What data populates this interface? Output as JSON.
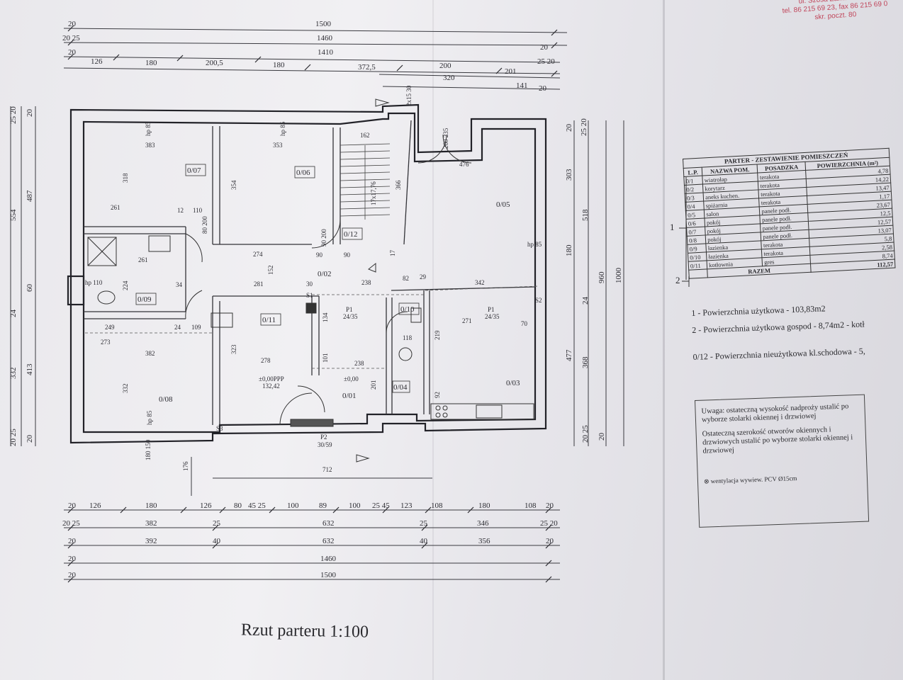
{
  "stamp": {
    "line1": "ul. Szosa Zambrowska",
    "line2": "tel. 86 215 69 23, fax 86 215 69 0",
    "line3": "skr. poczt. 80"
  },
  "plan": {
    "top_dims": {
      "row1": {
        "d1": "20",
        "total": "1500"
      },
      "row2": {
        "d1": "20 25",
        "total": "1460"
      },
      "row3": {
        "d1": "20",
        "total": "1410",
        "end": "20"
      },
      "row4": {
        "a": "126",
        "b": "180",
        "c": "200,5",
        "d": "180",
        "e": "372,5",
        "end": "25 20"
      },
      "row5": {
        "a": "200",
        "b": "201",
        "c": "320"
      },
      "row6": {
        "a": "141",
        "end": "20"
      }
    },
    "bottom_dims": {
      "row1": [
        "20",
        "126",
        "180",
        "126",
        "80",
        "45 25",
        "100",
        "89",
        "100",
        "25 45",
        "123",
        "108",
        "180",
        "108",
        "20"
      ],
      "row2": [
        "20 25",
        "382",
        "25",
        "632",
        "25",
        "346",
        "25 20"
      ],
      "row3": [
        "20",
        "392",
        "40",
        "632",
        "40",
        "356",
        "20"
      ],
      "row4": {
        "d1": "20",
        "total": "1460"
      },
      "row5": {
        "d1": "20",
        "total": "1500"
      }
    },
    "left_dims": [
      "25 20",
      "20",
      "554",
      "487",
      "60",
      "24",
      "332",
      "413",
      "20 25",
      "20"
    ],
    "right_dims": [
      "20",
      "25 20",
      "303",
      "518",
      "180",
      "960",
      "1000",
      "24",
      "477",
      "368",
      "20 25",
      "20"
    ],
    "rooms": {
      "r07": "0/07",
      "r06": "0/06",
      "r05": "0/05",
      "r12": "0/12",
      "r02": "0/02",
      "r09": "0/09",
      "r11": "0/11",
      "r10": "0/10",
      "r04": "0/04",
      "r01": "0/01",
      "r03": "0/03",
      "r08": "0/08"
    },
    "inner": {
      "w383": "383",
      "w353": "353",
      "w162": "162",
      "w476": "476",
      "h318": "318",
      "h354": "354",
      "w261a": "261",
      "w12": "12",
      "w110": "110",
      "stairs": "17x17,76",
      "h366": "366",
      "w261b": "261",
      "w274": "274",
      "w90a": "90",
      "w90b": "90",
      "h152": "152",
      "w281": "281",
      "w238a": "238",
      "w342": "342",
      "h224": "224",
      "w249": "249",
      "w109": "109",
      "w273": "273",
      "w382": "382",
      "h323": "323",
      "w278": "278",
      "w271": "271",
      "w70": "70",
      "h219": "219",
      "w118": "118",
      "w238b": "238",
      "h101": "101",
      "h201": "201",
      "h134": "134",
      "h332": "332",
      "hp85a": "hp 85",
      "hp85b": "hp 85",
      "hp85c": "hp 85",
      "hp85d": "hp 85",
      "hp110": "hp 110",
      "level": "±0,00PPP",
      "level2": "132,42",
      "level3": "±0,00",
      "p1a": "P1",
      "p1a_s": "24/35",
      "p1b": "P1",
      "p1b_s": "24/35",
      "p2": "P2",
      "p2_s": "30/59",
      "door1": "80 200",
      "door2": "90 200",
      "win180": "180 150",
      "w712": "712",
      "w176": "176",
      "s1": "S1",
      "s2": "S2",
      "s3": "S3",
      "w30": "30",
      "w29": "29",
      "w82": "82",
      "w34": "34",
      "d260": "260 235",
      "d2x15": "2x15 30",
      "w92": "92",
      "w24": "24",
      "w17": "17"
    }
  },
  "table": {
    "title": "PARTER - ZESTAWIENIE POMIESZCZEŃ",
    "headers": [
      "L.P.",
      "NAZWA POM.",
      "POSADZKA",
      "POWIERZCHNIA (m²)"
    ],
    "rows": [
      [
        "0/1",
        "wiatrołap",
        "terakota",
        "4,78"
      ],
      [
        "0/2",
        "korytarz",
        "terakota",
        "14,22"
      ],
      [
        "0/3",
        "aneks kuchen.",
        "terakota",
        "13,47"
      ],
      [
        "0/4",
        "spiżarnia",
        "terakota",
        "1,17"
      ],
      [
        "0/5",
        "salon",
        "panele podł.",
        "23,67"
      ],
      [
        "0/6",
        "pokój",
        "panele podł.",
        "12,5"
      ],
      [
        "0/7",
        "pokój",
        "panele podł.",
        "12,57"
      ],
      [
        "0/8",
        "pokój",
        "panele podł.",
        "13,07"
      ],
      [
        "0/9",
        "łazienka",
        "terakota",
        "5,8"
      ],
      [
        "0/10",
        "łazienka",
        "terakota",
        "2,58"
      ],
      [
        "0/11",
        "kotłownia",
        "gres",
        "8,74"
      ]
    ],
    "total_label": "RAZEM",
    "total_value": "112,57",
    "callout1": "1",
    "callout2": "2"
  },
  "areas": {
    "a1": "1 - Powierzchnia użytkowa - 103,83m2",
    "a2": "2 - Powierzchnia użytkowa gospod - 8,74m2 - kotł",
    "a3": "0/12 - Powierzchnia nieużytkowa kl.schodowa - 5,"
  },
  "note": {
    "p1": "Uwaga: ostateczną wysokość nadproży ustalić po wyborze stolarki okiennej i drzwiowej",
    "p2": "Ostateczną szerokość otworów okiennych i drzwiowych ustalić po wyborze stolarki okiennej i drzwiowej",
    "vent": "wentylacja wywiew. PCV Ø15cm"
  },
  "caption": "Rzut parteru 1:100"
}
